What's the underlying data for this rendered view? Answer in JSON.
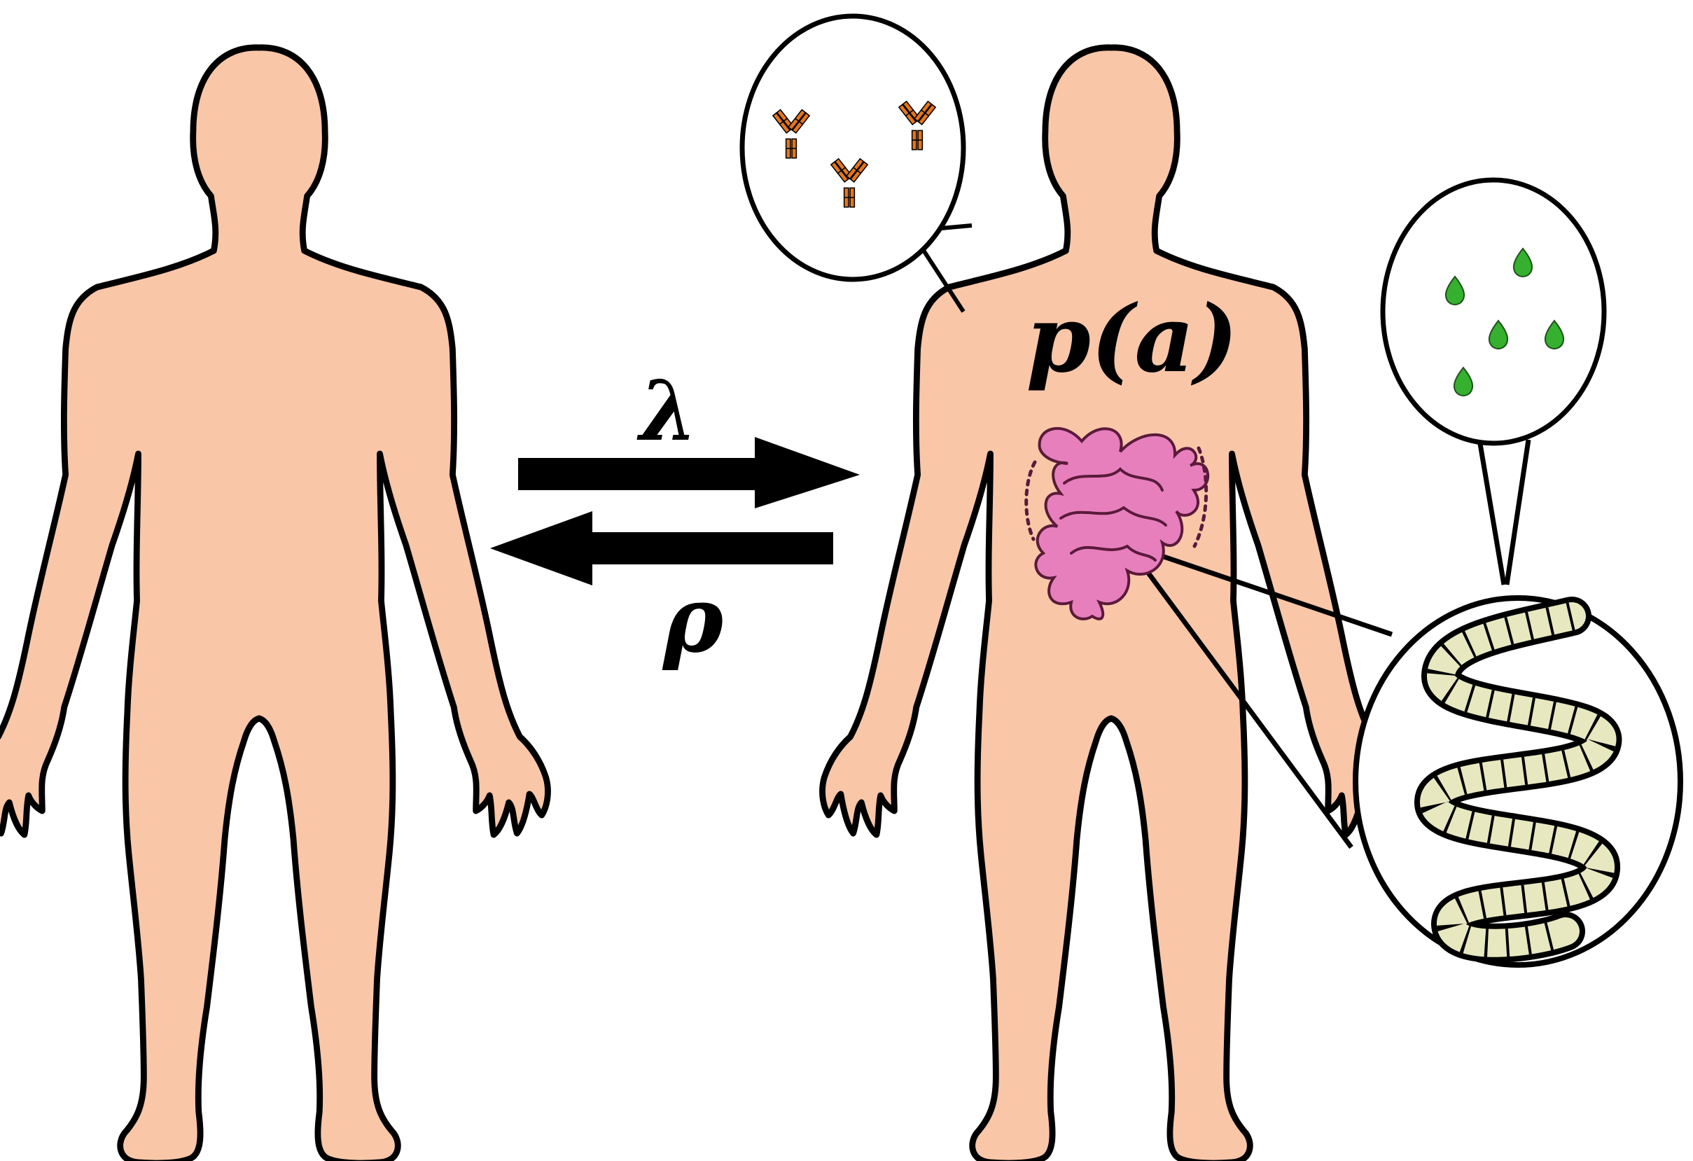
{
  "labels": {
    "forward_rate": "λ",
    "reverse_rate": "ρ",
    "probability": "p(a)"
  },
  "colors": {
    "skin": "#f9c6a8",
    "outline": "#000000",
    "intestine": "#e77fbd",
    "antibody": "#e3761e",
    "pathogen": "#35b02f",
    "worm": "#e8e8c0"
  },
  "icons": {
    "antibody_inset": "antibody-icon",
    "pathogen_inset": "pathogen-icon",
    "worm_inset": "worm-icon",
    "intestine": "intestine-icon"
  }
}
